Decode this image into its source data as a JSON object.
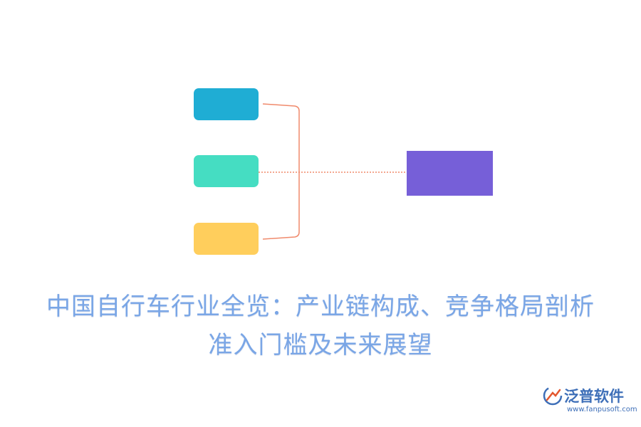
{
  "title_lines": [
    "中国自行车行业全览：产业链构成、竞争格局剖析",
    "准入门槛及未来展望"
  ],
  "nodes": [
    {
      "id": "node-1",
      "color": "#1fadd4"
    },
    {
      "id": "node-2",
      "color": "#45ddc2"
    },
    {
      "id": "node-3",
      "color": "#ffce5c"
    },
    {
      "id": "node-target",
      "color": "#765fd8"
    }
  ],
  "colors": {
    "connector": "#f08a6c",
    "title": "#7aa6e6",
    "logo": "#3e6fb8"
  },
  "logo": {
    "name": "泛普软件",
    "url": "www.fanpusoft.com"
  }
}
